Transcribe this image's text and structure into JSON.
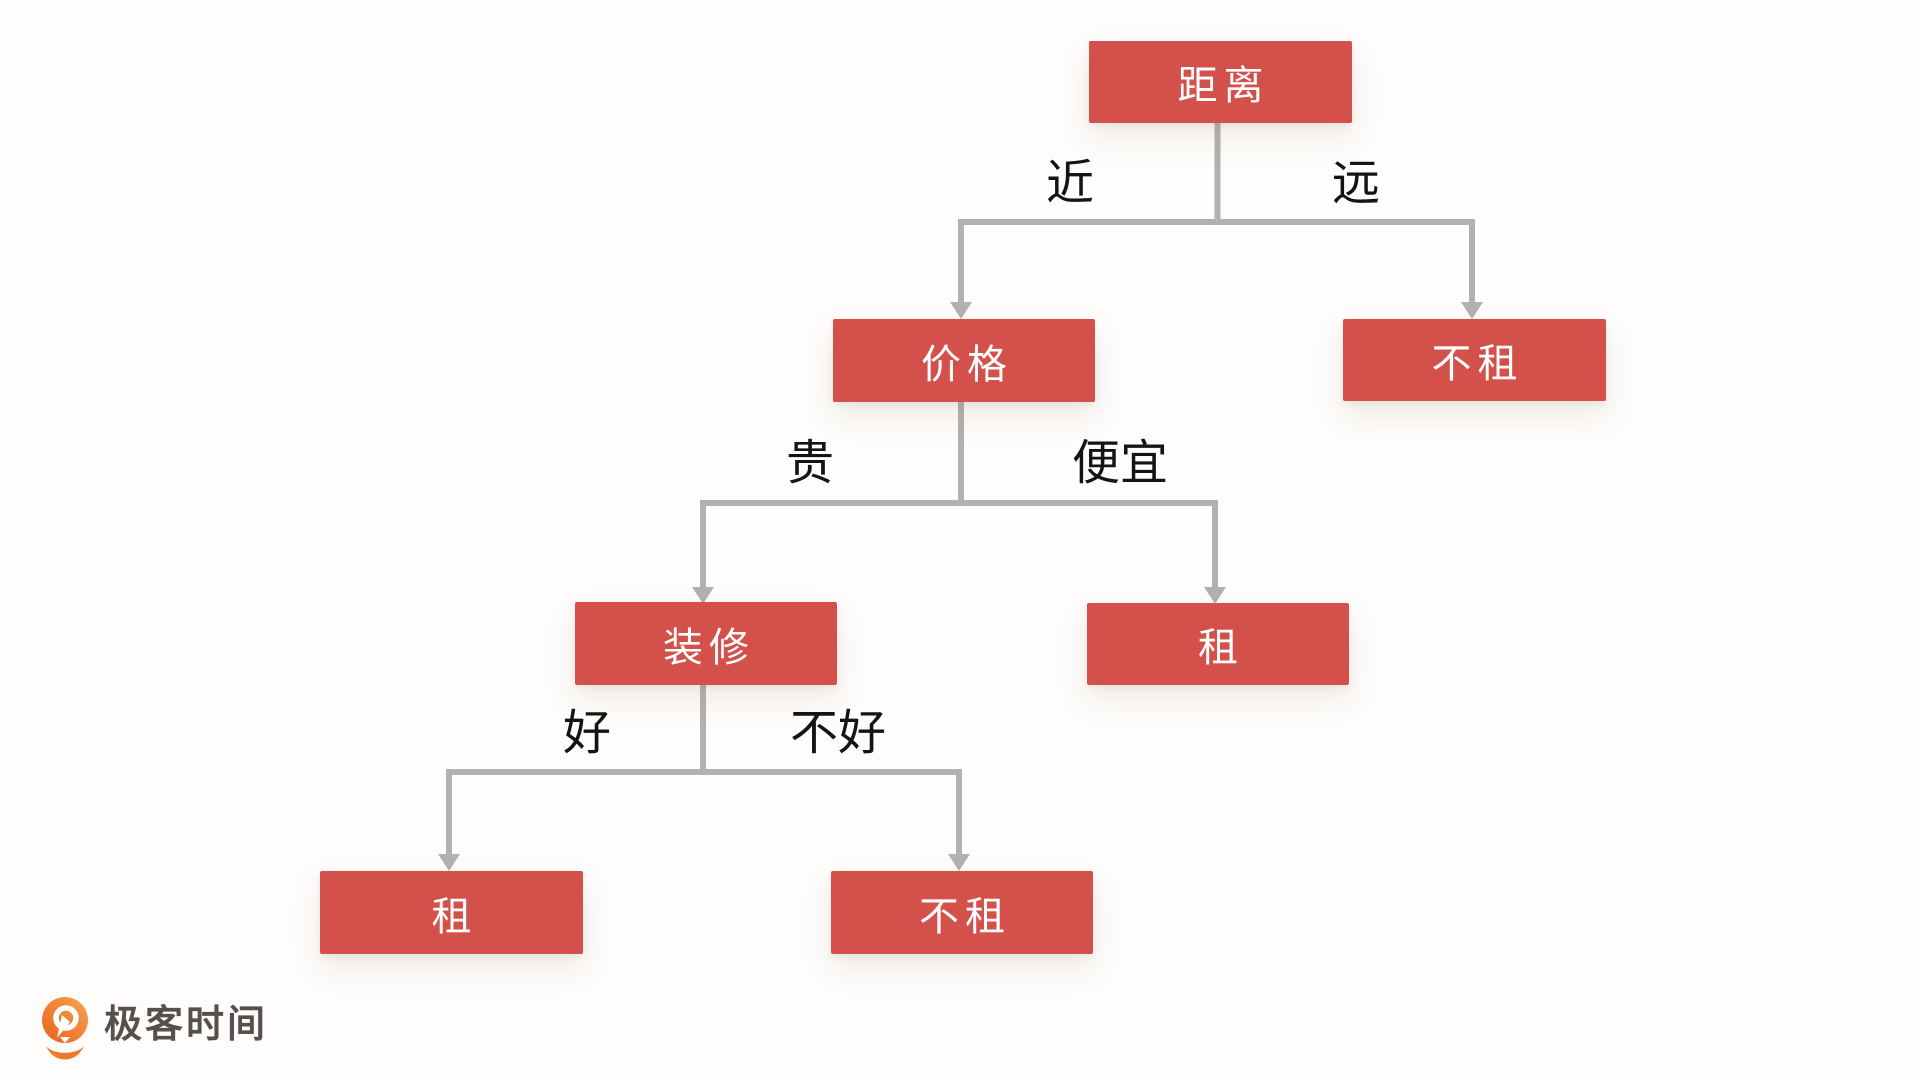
{
  "diagram": {
    "type": "decision-tree",
    "topic": "租房决策树",
    "nodes": [
      {
        "id": "root",
        "label": "距离",
        "kind": "decision"
      },
      {
        "id": "price",
        "label": "价格",
        "kind": "decision"
      },
      {
        "id": "no-rent-far",
        "label": "不租",
        "kind": "leaf"
      },
      {
        "id": "decoration",
        "label": "装修",
        "kind": "decision"
      },
      {
        "id": "rent-cheap",
        "label": "租",
        "kind": "leaf"
      },
      {
        "id": "rent-good",
        "label": "租",
        "kind": "leaf"
      },
      {
        "id": "no-rent-bad",
        "label": "不租",
        "kind": "leaf"
      }
    ],
    "edges": [
      {
        "from": "距离",
        "to": "价格",
        "label": "近"
      },
      {
        "from": "距离",
        "to": "不租",
        "label": "远"
      },
      {
        "from": "价格",
        "to": "装修",
        "label": "贵"
      },
      {
        "from": "价格",
        "to": "租",
        "label": "便宜"
      },
      {
        "from": "装修",
        "to": "租",
        "label": "好"
      },
      {
        "from": "装修",
        "to": "不租",
        "label": "不好"
      }
    ],
    "colors": {
      "node_fill": "#d3514a",
      "node_text": "#ffffff",
      "edge_line": "#b2b1b0",
      "edge_label_text": "#141414",
      "background": "#fefdfc"
    }
  },
  "footer": {
    "logo_text": "极客时间",
    "logo_icon": "geektime-pin-icon",
    "logo_text_color": "#55504e",
    "logo_icon_color": "#ed7226"
  }
}
